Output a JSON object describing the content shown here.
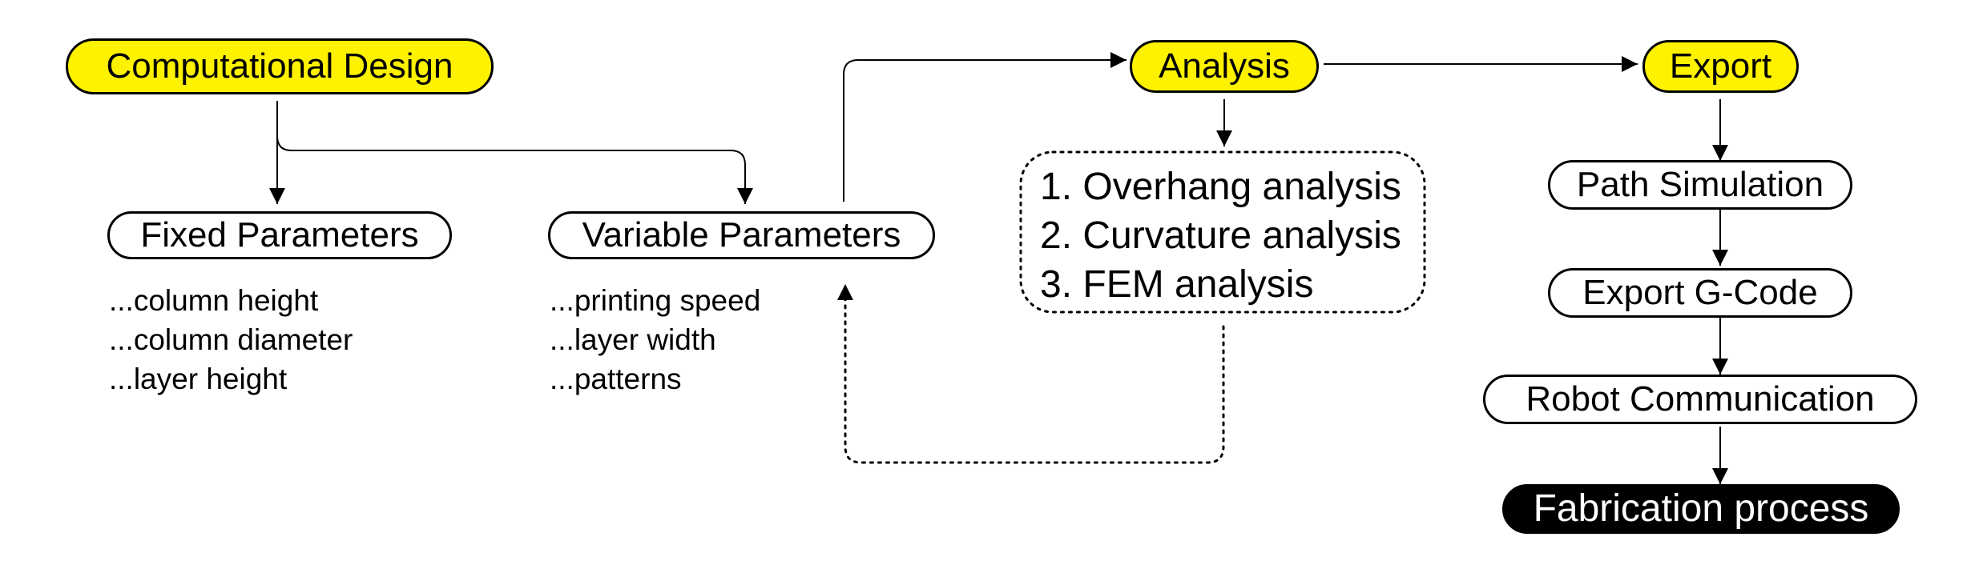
{
  "nodes": {
    "computational_design": "Computational Design",
    "fixed_parameters": "Fixed Parameters",
    "variable_parameters": "Variable Parameters",
    "analysis": "Analysis",
    "export": "Export",
    "path_simulation": "Path Simulation",
    "export_gcode": "Export G-Code",
    "robot_communication": "Robot Communication",
    "fabrication_process": "Fabrication process"
  },
  "fixed_items": [
    "...column height",
    "...column diameter",
    "...layer height"
  ],
  "variable_items": [
    "...printing speed",
    "...layer width",
    "...patterns"
  ],
  "analysis_items": [
    "1. Overhang analysis",
    "2. Curvature analysis",
    "3. FEM analysis"
  ],
  "colors": {
    "highlight": "#fff200",
    "stroke": "#000000",
    "dark_fill": "#000000"
  }
}
